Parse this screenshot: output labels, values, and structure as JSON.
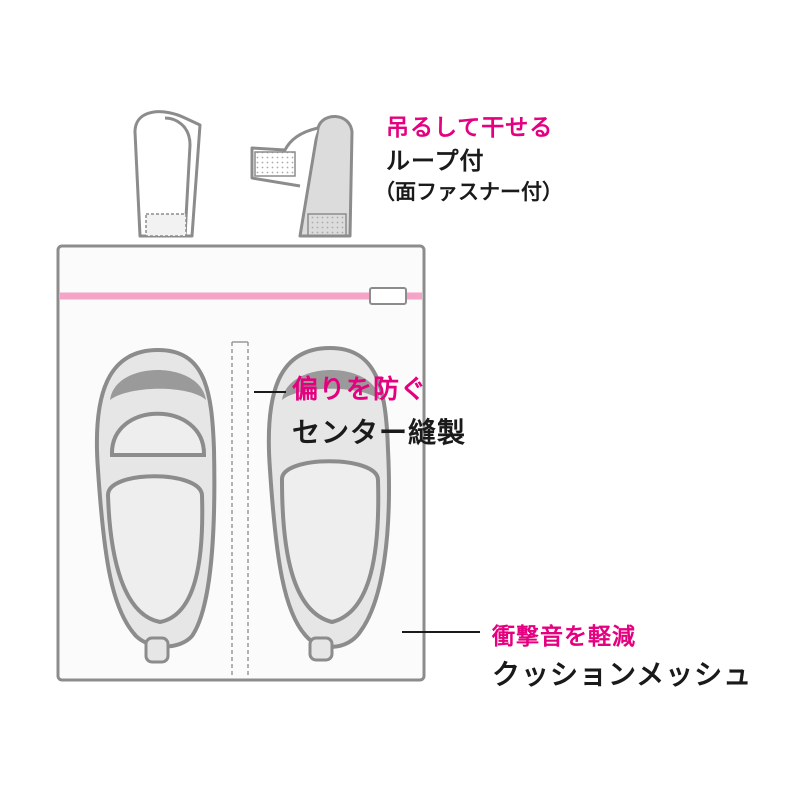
{
  "callouts": {
    "loop": {
      "headline": "吊るして干せる",
      "line1": "ループ付",
      "line2": "（面ファスナー付）"
    },
    "seam": {
      "headline": "偏りを防ぐ",
      "line1": "センター縫製"
    },
    "mesh": {
      "headline": "衝撃音を軽減",
      "line1": "クッションメッシュ"
    }
  },
  "colors": {
    "accent": "#e4007f",
    "zipper": "#f5a3c7",
    "outline": "#8c8c8c",
    "shoe_fill": "#e6e6e6",
    "shoe_dark": "#9a9a9a"
  }
}
